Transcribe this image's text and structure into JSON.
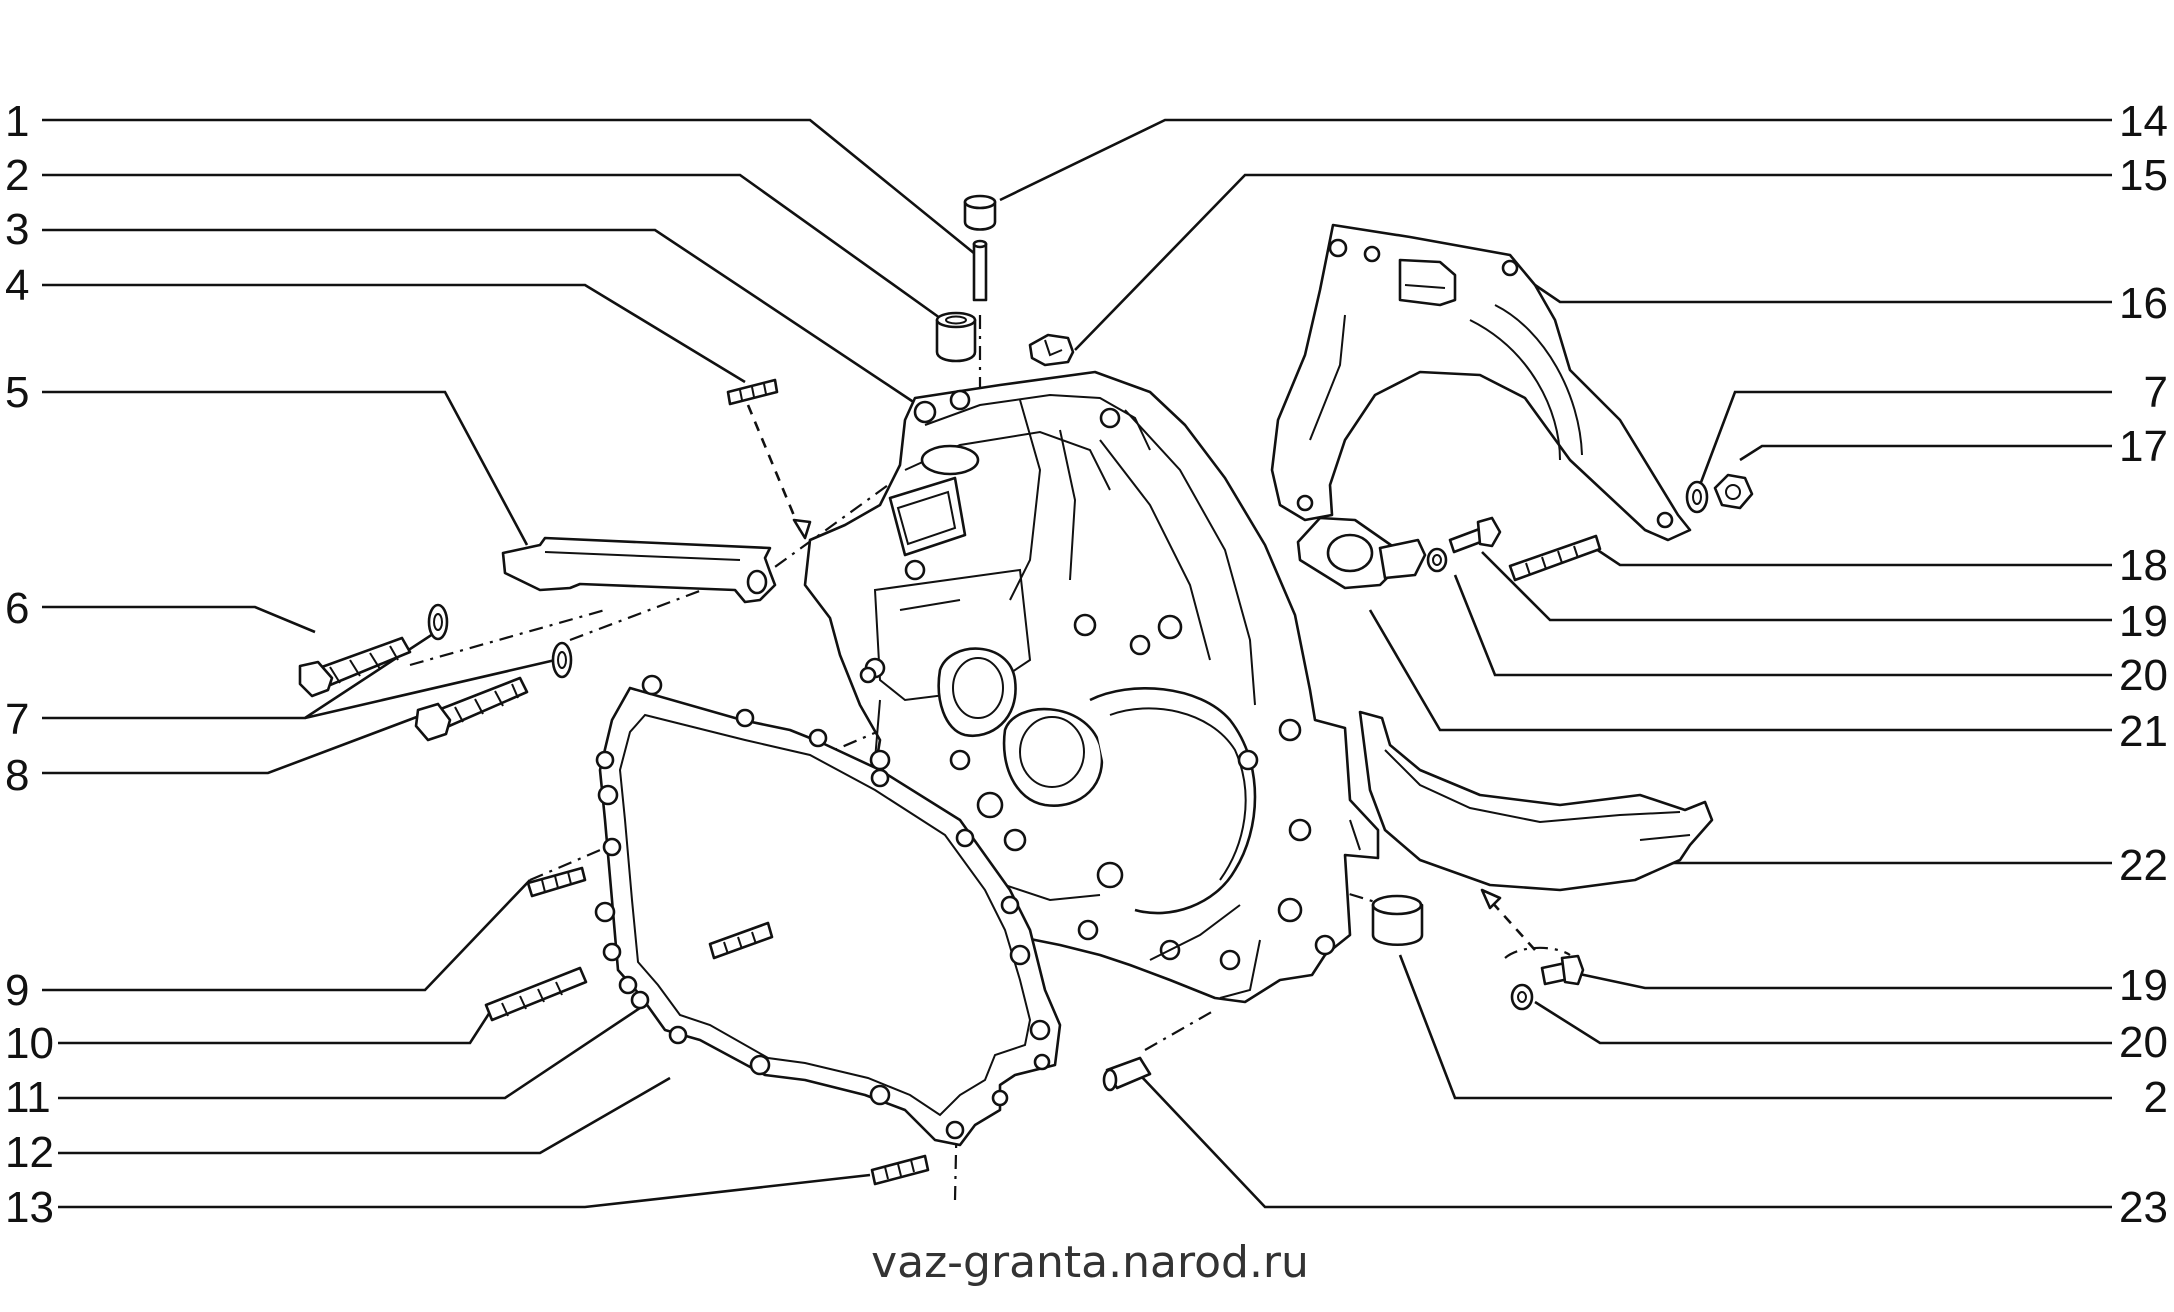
{
  "left_callouts": [
    "1",
    "2",
    "3",
    "4",
    "5",
    "6",
    "7",
    "8",
    "9",
    "10",
    "11",
    "12",
    "13"
  ],
  "right_callouts": [
    "14",
    "15",
    "16",
    "7",
    "17",
    "18",
    "19",
    "20",
    "21",
    "22",
    "19",
    "20",
    "2",
    "23"
  ],
  "footer_text": "vaz-granta.narod.ru"
}
